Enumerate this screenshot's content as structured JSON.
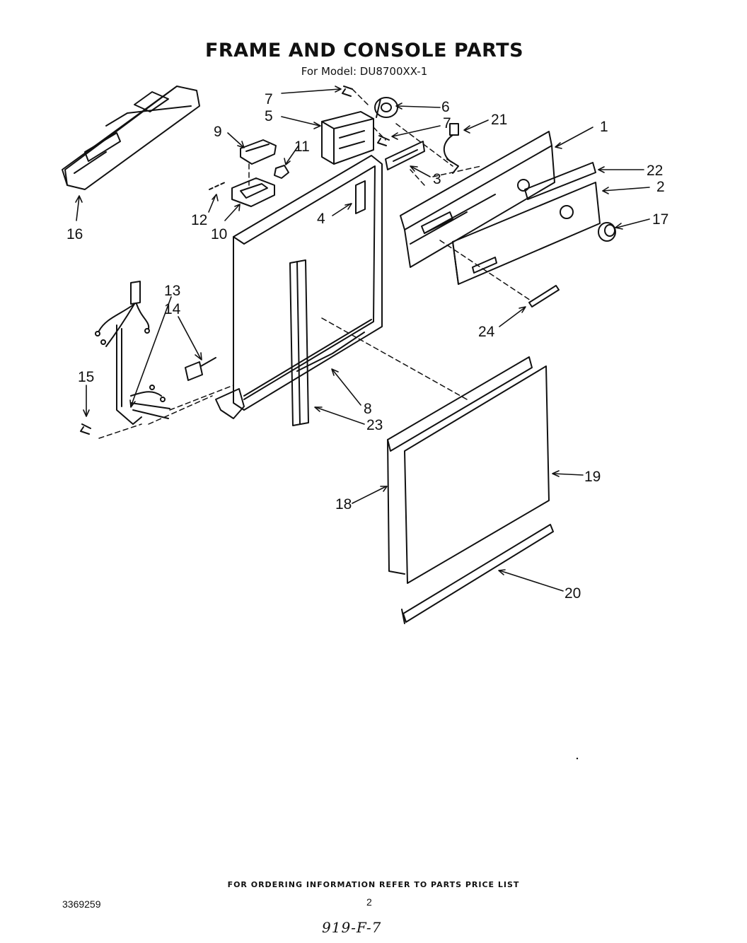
{
  "header": {
    "title": "FRAME AND CONSOLE PARTS",
    "subtitle": "For Model: DU8700XX-1"
  },
  "callouts": {
    "c1": "1",
    "c2": "2",
    "c3": "3",
    "c4": "4",
    "c5": "5",
    "c6": "6",
    "c7a": "7",
    "c7b": "7",
    "c8": "8",
    "c9": "9",
    "c10": "10",
    "c11": "11",
    "c12": "12",
    "c13": "13",
    "c14": "14",
    "c15": "15",
    "c16": "16",
    "c17": "17",
    "c18": "18",
    "c19": "19",
    "c20": "20",
    "c21": "21",
    "c22": "22",
    "c23": "23",
    "c24": "24"
  },
  "footer": {
    "ordering_note": "FOR ORDERING INFORMATION REFER TO PARTS PRICE LIST",
    "document_number": "3369259",
    "page_number": "2",
    "handwritten_note": "919-F-7"
  }
}
